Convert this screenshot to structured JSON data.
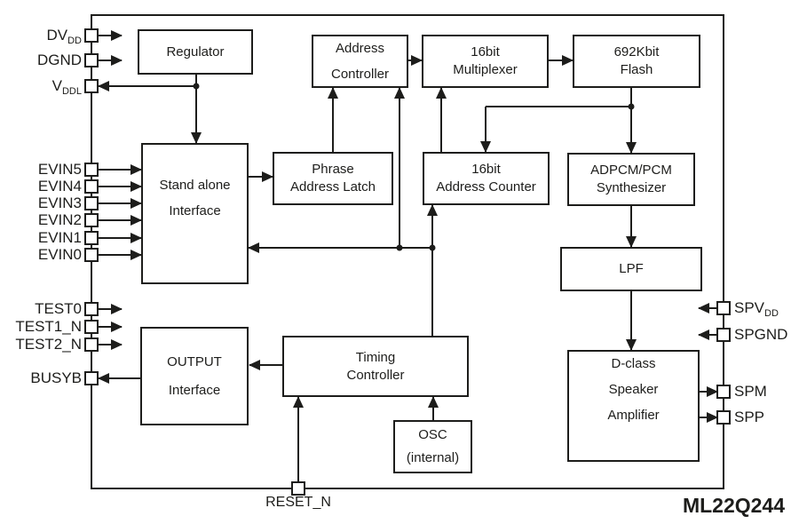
{
  "diagram": {
    "part_number": "ML22Q244",
    "colors": {
      "line": "#1d1d1b",
      "background": "#ffffff",
      "block_fill": "#ffffff"
    },
    "blocks": {
      "regulator": {
        "lines": [
          "Regulator"
        ]
      },
      "address_controller": {
        "lines": [
          "Address",
          "Controller"
        ]
      },
      "multiplexer_16bit": {
        "lines": [
          "16bit",
          "Multiplexer"
        ]
      },
      "flash_692kbit": {
        "lines": [
          "692Kbit",
          "Flash"
        ]
      },
      "stand_alone_interface": {
        "lines": [
          "Stand alone",
          "Interface"
        ]
      },
      "phrase_address_latch": {
        "lines": [
          "Phrase",
          "Address Latch"
        ]
      },
      "address_counter_16bit": {
        "lines": [
          "16bit",
          "Address Counter"
        ]
      },
      "adpcm_pcm_synthesizer": {
        "lines": [
          "ADPCM/PCM",
          "Synthesizer"
        ]
      },
      "lpf": {
        "lines": [
          "LPF"
        ]
      },
      "timing_controller": {
        "lines": [
          "Timing",
          "Controller"
        ]
      },
      "output_interface": {
        "lines": [
          "OUTPUT",
          "Interface"
        ]
      },
      "osc_internal": {
        "lines": [
          "OSC",
          "(internal)"
        ]
      },
      "dclass_speaker_amplifier": {
        "lines": [
          "D-class",
          "Speaker",
          "Amplifier"
        ]
      }
    },
    "pins": {
      "left": [
        {
          "name": "DV",
          "sub": "DD"
        },
        {
          "name": "DGND",
          "sub": ""
        },
        {
          "name": "V",
          "sub": "DDL"
        },
        {
          "name": "EVIN5",
          "sub": ""
        },
        {
          "name": "EVIN4",
          "sub": ""
        },
        {
          "name": "EVIN3",
          "sub": ""
        },
        {
          "name": "EVIN2",
          "sub": ""
        },
        {
          "name": "EVIN1",
          "sub": ""
        },
        {
          "name": "EVIN0",
          "sub": ""
        },
        {
          "name": "TEST0",
          "sub": ""
        },
        {
          "name": "TEST1_N",
          "sub": ""
        },
        {
          "name": "TEST2_N",
          "sub": ""
        },
        {
          "name": "BUSYB",
          "sub": ""
        }
      ],
      "right": [
        {
          "name": "SPV",
          "sub": "DD"
        },
        {
          "name": "SPGND",
          "sub": ""
        },
        {
          "name": "SPM",
          "sub": ""
        },
        {
          "name": "SPP",
          "sub": ""
        }
      ],
      "bottom": [
        {
          "name": "RESET_N",
          "sub": ""
        }
      ]
    }
  }
}
